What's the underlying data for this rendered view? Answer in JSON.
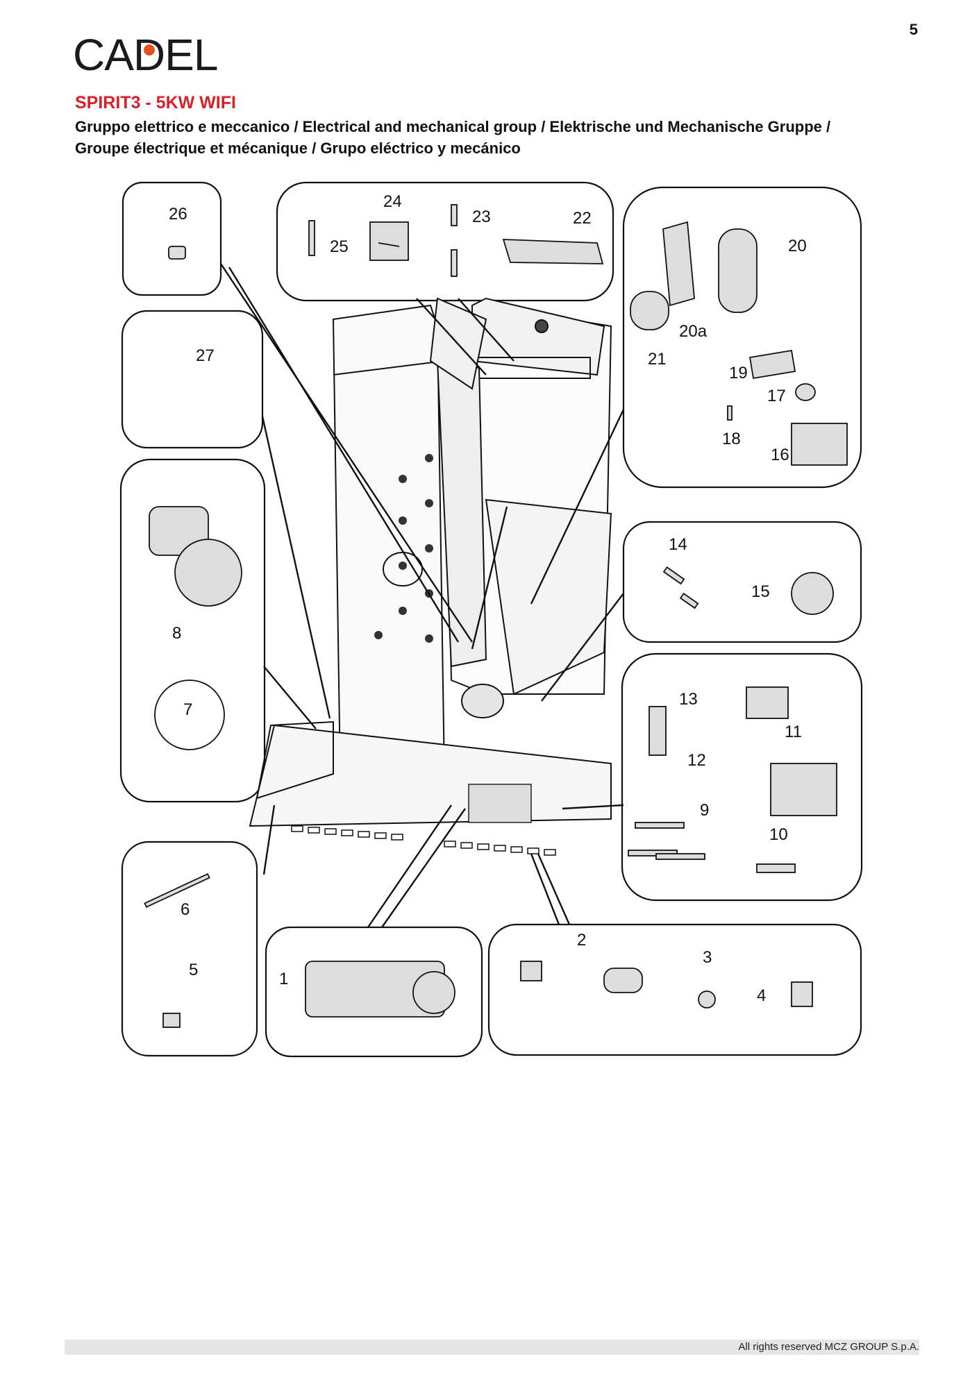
{
  "page_number": "5",
  "brand": {
    "prefix": "CA",
    "dot_letter": "D",
    "suffix": "EL",
    "accent_color": "#e8501e"
  },
  "model_title": "SPIRIT3 - 5KW WIFI",
  "subtitle_line1": "Gruppo elettrico e meccanico / Electrical and mechanical group / Elektrische und Mechanische Gruppe /",
  "subtitle_line2": "Groupe électrique et mécanique / Grupo eléctrico y mecánico",
  "callouts": {
    "c1": "1",
    "c2": "2",
    "c3": "3",
    "c4": "4",
    "c5": "5",
    "c6": "6",
    "c7": "7",
    "c8": "8",
    "c9": "9",
    "c10": "10",
    "c11": "11",
    "c12": "12",
    "c13": "13",
    "c14": "14",
    "c15": "15",
    "c16": "16",
    "c17": "17",
    "c18": "18",
    "c19": "19",
    "c20": "20",
    "c20a": "20a",
    "c21": "21",
    "c22": "22",
    "c23": "23",
    "c24": "24",
    "c25": "25",
    "c26": "26",
    "c27": "27"
  },
  "footer": "All rights reserved MCZ GROUP S.p.A.",
  "colors": {
    "title_red": "#d7212b",
    "footer_bar": "#e6e6e6"
  }
}
